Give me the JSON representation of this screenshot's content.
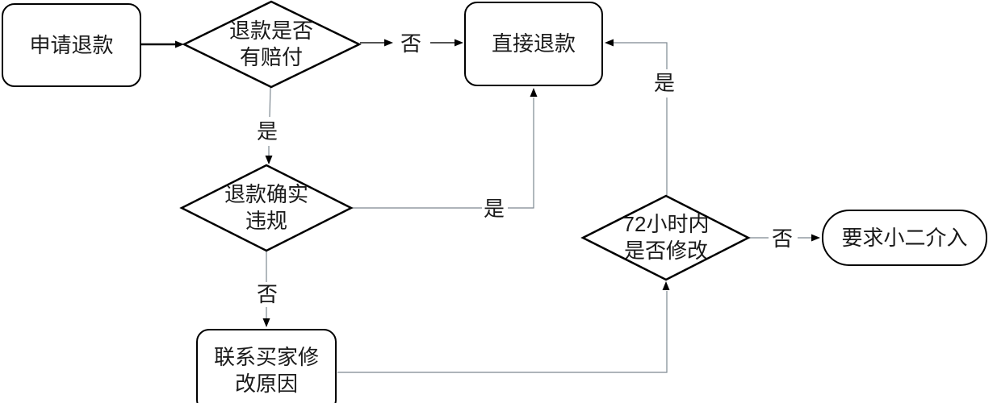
{
  "diagram": {
    "type": "flowchart",
    "topic": "refund-dispute-process",
    "nodes": {
      "start": {
        "label": "申请退款",
        "shape": "rounded-rect"
      },
      "check_compensation": {
        "label": "退款是否\n有赔付",
        "shape": "diamond"
      },
      "direct_refund": {
        "label": "直接退款",
        "shape": "rounded-rect"
      },
      "check_violation": {
        "label": "退款确实\n违规",
        "shape": "diamond"
      },
      "contact_buyer": {
        "label": "联系买家修\n改原因",
        "shape": "rounded-rect"
      },
      "check_72h": {
        "label": "72小时内\n是否修改",
        "shape": "diamond"
      },
      "ask_staff": {
        "label": "要求小二介入",
        "shape": "rounded-rect"
      }
    },
    "edges": {
      "start_to_check": {
        "from": "start",
        "to": "check_compensation",
        "label": ""
      },
      "compensation_no": {
        "from": "check_compensation",
        "to": "direct_refund",
        "label": "否"
      },
      "compensation_yes": {
        "from": "check_compensation",
        "to": "check_violation",
        "label": "是"
      },
      "violation_yes": {
        "from": "check_violation",
        "to": "direct_refund",
        "label": "是"
      },
      "violation_no": {
        "from": "check_violation",
        "to": "contact_buyer",
        "label": "否"
      },
      "contact_to_check72h": {
        "from": "contact_buyer",
        "to": "check_72h",
        "label": ""
      },
      "modified_yes": {
        "from": "check_72h",
        "to": "direct_refund",
        "label": "是"
      },
      "modified_no": {
        "from": "check_72h",
        "to": "ask_staff",
        "label": "否"
      }
    },
    "colors": {
      "background": "#ffffff",
      "shape_border": "#000000",
      "connector_gray": "#7d8891",
      "arrowhead": "#000000",
      "text": "#1a1a1a"
    }
  }
}
